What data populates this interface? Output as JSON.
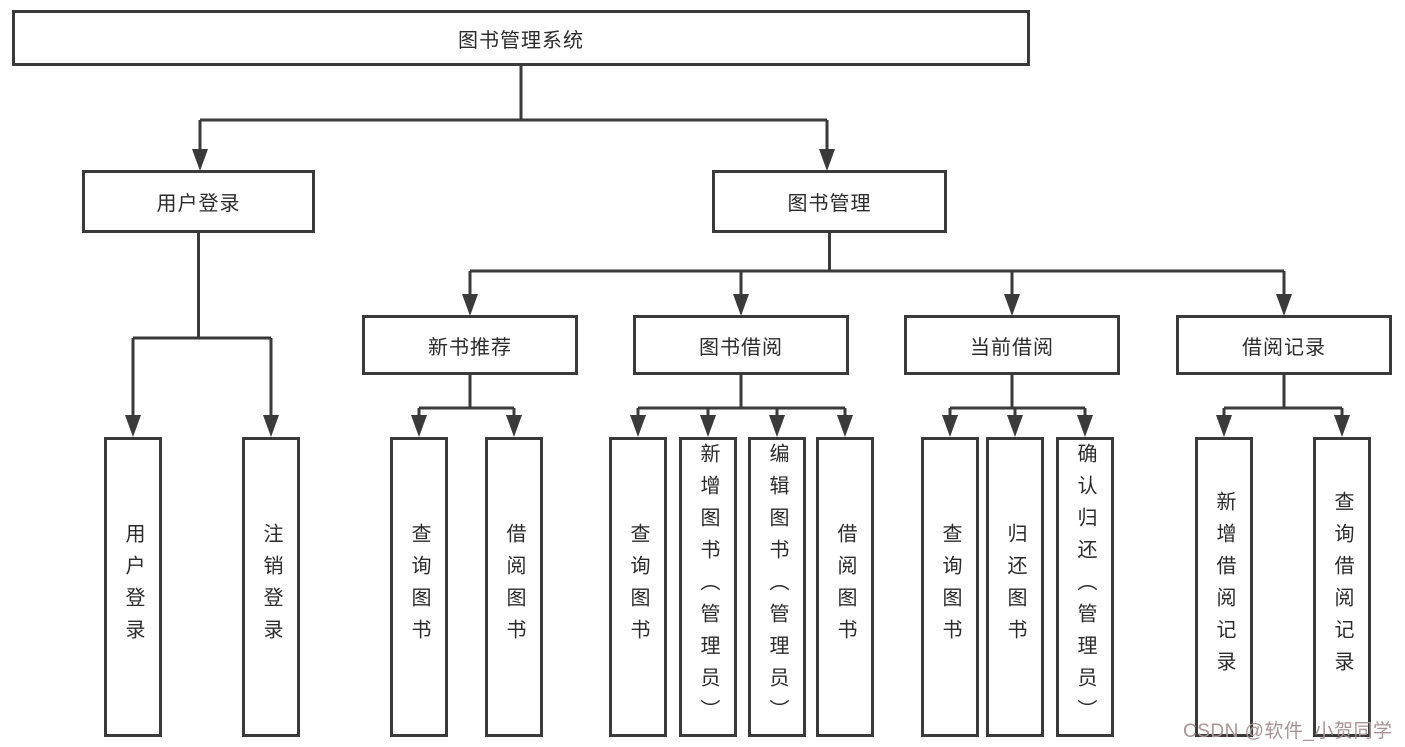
{
  "diagram": {
    "root": {
      "label": "图书管理系统"
    },
    "branches": [
      {
        "label": "用户登录",
        "children": [
          "用户登录",
          "注销登录"
        ]
      },
      {
        "label": "图书管理"
      }
    ],
    "modules": [
      {
        "label": "新书推荐",
        "children": [
          "查询图书",
          "借阅图书"
        ]
      },
      {
        "label": "图书借阅",
        "children": [
          "查询图书",
          "新增图书（管理员）",
          "编辑图书（管理员）",
          "借阅图书"
        ]
      },
      {
        "label": "当前借阅",
        "children": [
          "查询图书",
          "归还图书",
          "确认归还（管理员）"
        ]
      },
      {
        "label": "借阅记录",
        "children": [
          "新增借阅记录",
          "查询借阅记录"
        ]
      }
    ]
  },
  "watermark": {
    "text": "CSDN @软件_小贺同学"
  },
  "colors": {
    "line": "#3a3a3a",
    "border": "#3a3a3a",
    "text": "#2b2b2b",
    "watermark": "#a89395",
    "background": "#ffffff"
  }
}
